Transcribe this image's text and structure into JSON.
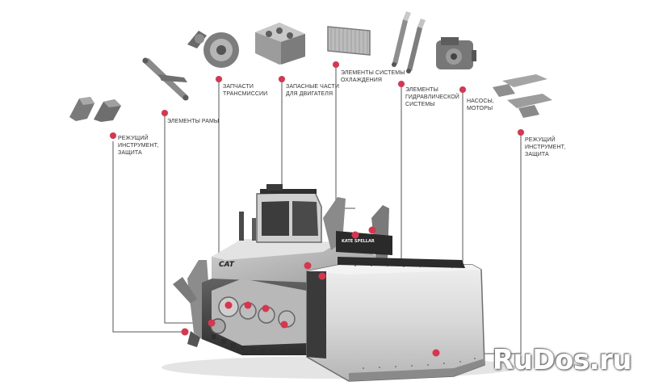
{
  "callouts": [
    {
      "id": "cutting-left",
      "text": "РЕЖУЩИЙ\nИНСТРУМЕНТ,\nЗАЩИТА"
    },
    {
      "id": "frame",
      "text": "ЭЛЕМЕНТЫ РАМЫ"
    },
    {
      "id": "transmission",
      "text": "ЗАПЧАСТИ\nТРАНСМИССИИ"
    },
    {
      "id": "engine",
      "text": "ЗАПАСНЫЕ ЧАСТИ\nДЛЯ ДВИГАТЕЛЯ"
    },
    {
      "id": "cooling",
      "text": "ЭЛЕМЕНТЫ СИСТЕМЫ\nОХЛАЖДЕНИЯ"
    },
    {
      "id": "hydraulic",
      "text": "ЭЛЕМЕНТЫ\nГИДРАВЛИЧЕСКОЙ\nСИСТЕМЫ"
    },
    {
      "id": "pumps",
      "text": "НАСОСЫ,\nМОТОРЫ"
    },
    {
      "id": "cutting-right",
      "text": "РЕЖУЩИЙ\nИНСТРУМЕНТ,\nЗАЩИТА"
    }
  ],
  "machine": {
    "brand": "CAT",
    "plate": "KATE SPELLAR"
  },
  "watermark": "RuDos.ru",
  "colors": {
    "marker": "#d8354f",
    "line": "#555555",
    "machine_light": "#d9d9d9",
    "machine_dark": "#3a3a3a"
  }
}
